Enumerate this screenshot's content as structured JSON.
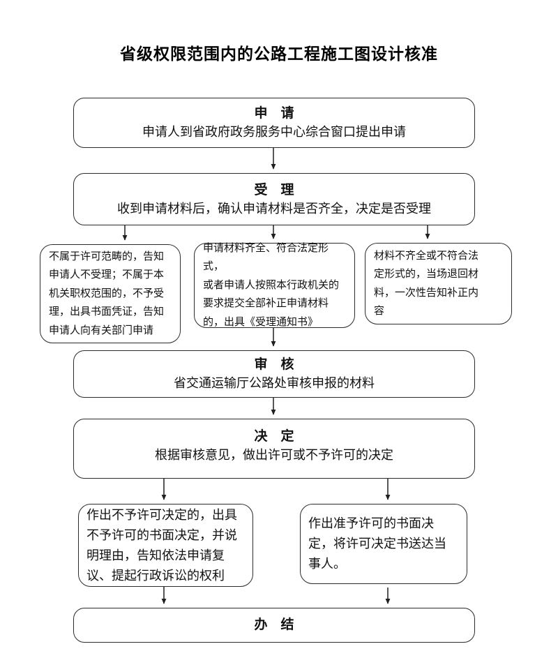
{
  "title": "省级权限范围内的公路工程施工图设计核准",
  "nodes": {
    "apply": {
      "heading": "申　请",
      "body": "申请人到省政府政务服务中心综合窗口提出申请"
    },
    "accept": {
      "heading": "受　理",
      "body": "收到申请材料后，确认申请材料是否齐全，决定是否受理"
    },
    "branch_reject": {
      "lines": [
        "不属于许可范畴的，告知",
        "申请人不受理；不属于本",
        "机关职权范围的，不予受",
        "理，出具书面凭证，告知",
        "申请人向有关部门申请"
      ]
    },
    "branch_accept": {
      "lines": [
        "申请材料齐全、符合法定形式，",
        "或者申请人按照本行政机关的",
        "要求提交全部补正申请材料",
        "的，出具《受理通知书》"
      ]
    },
    "branch_return": {
      "lines": [
        "材料不齐全或不符合法",
        "定形式的，当场退回材",
        "料，一次性告知补正内",
        "容"
      ]
    },
    "review": {
      "heading": "审　核",
      "body": "省交通运输厅公路处审核申报的材料"
    },
    "decision": {
      "heading": "决　定",
      "body": "根据审核意见，做出许可或不予许可的决定"
    },
    "deny": {
      "lines": [
        "作出不予许可决定的，出具",
        "不予许可的书面决定，并说",
        "明理由，告知依法申请复",
        "议、提起行政诉讼的权利"
      ]
    },
    "grant": {
      "lines": [
        "作出准予许可的书面决",
        "定，将许可决定书送达当",
        "事人。"
      ]
    },
    "complete": {
      "heading": "办　结"
    }
  },
  "colors": {
    "line": "#1f1f1f",
    "border": "#2b2b2b",
    "text": "#111111",
    "background": "#ffffff"
  }
}
